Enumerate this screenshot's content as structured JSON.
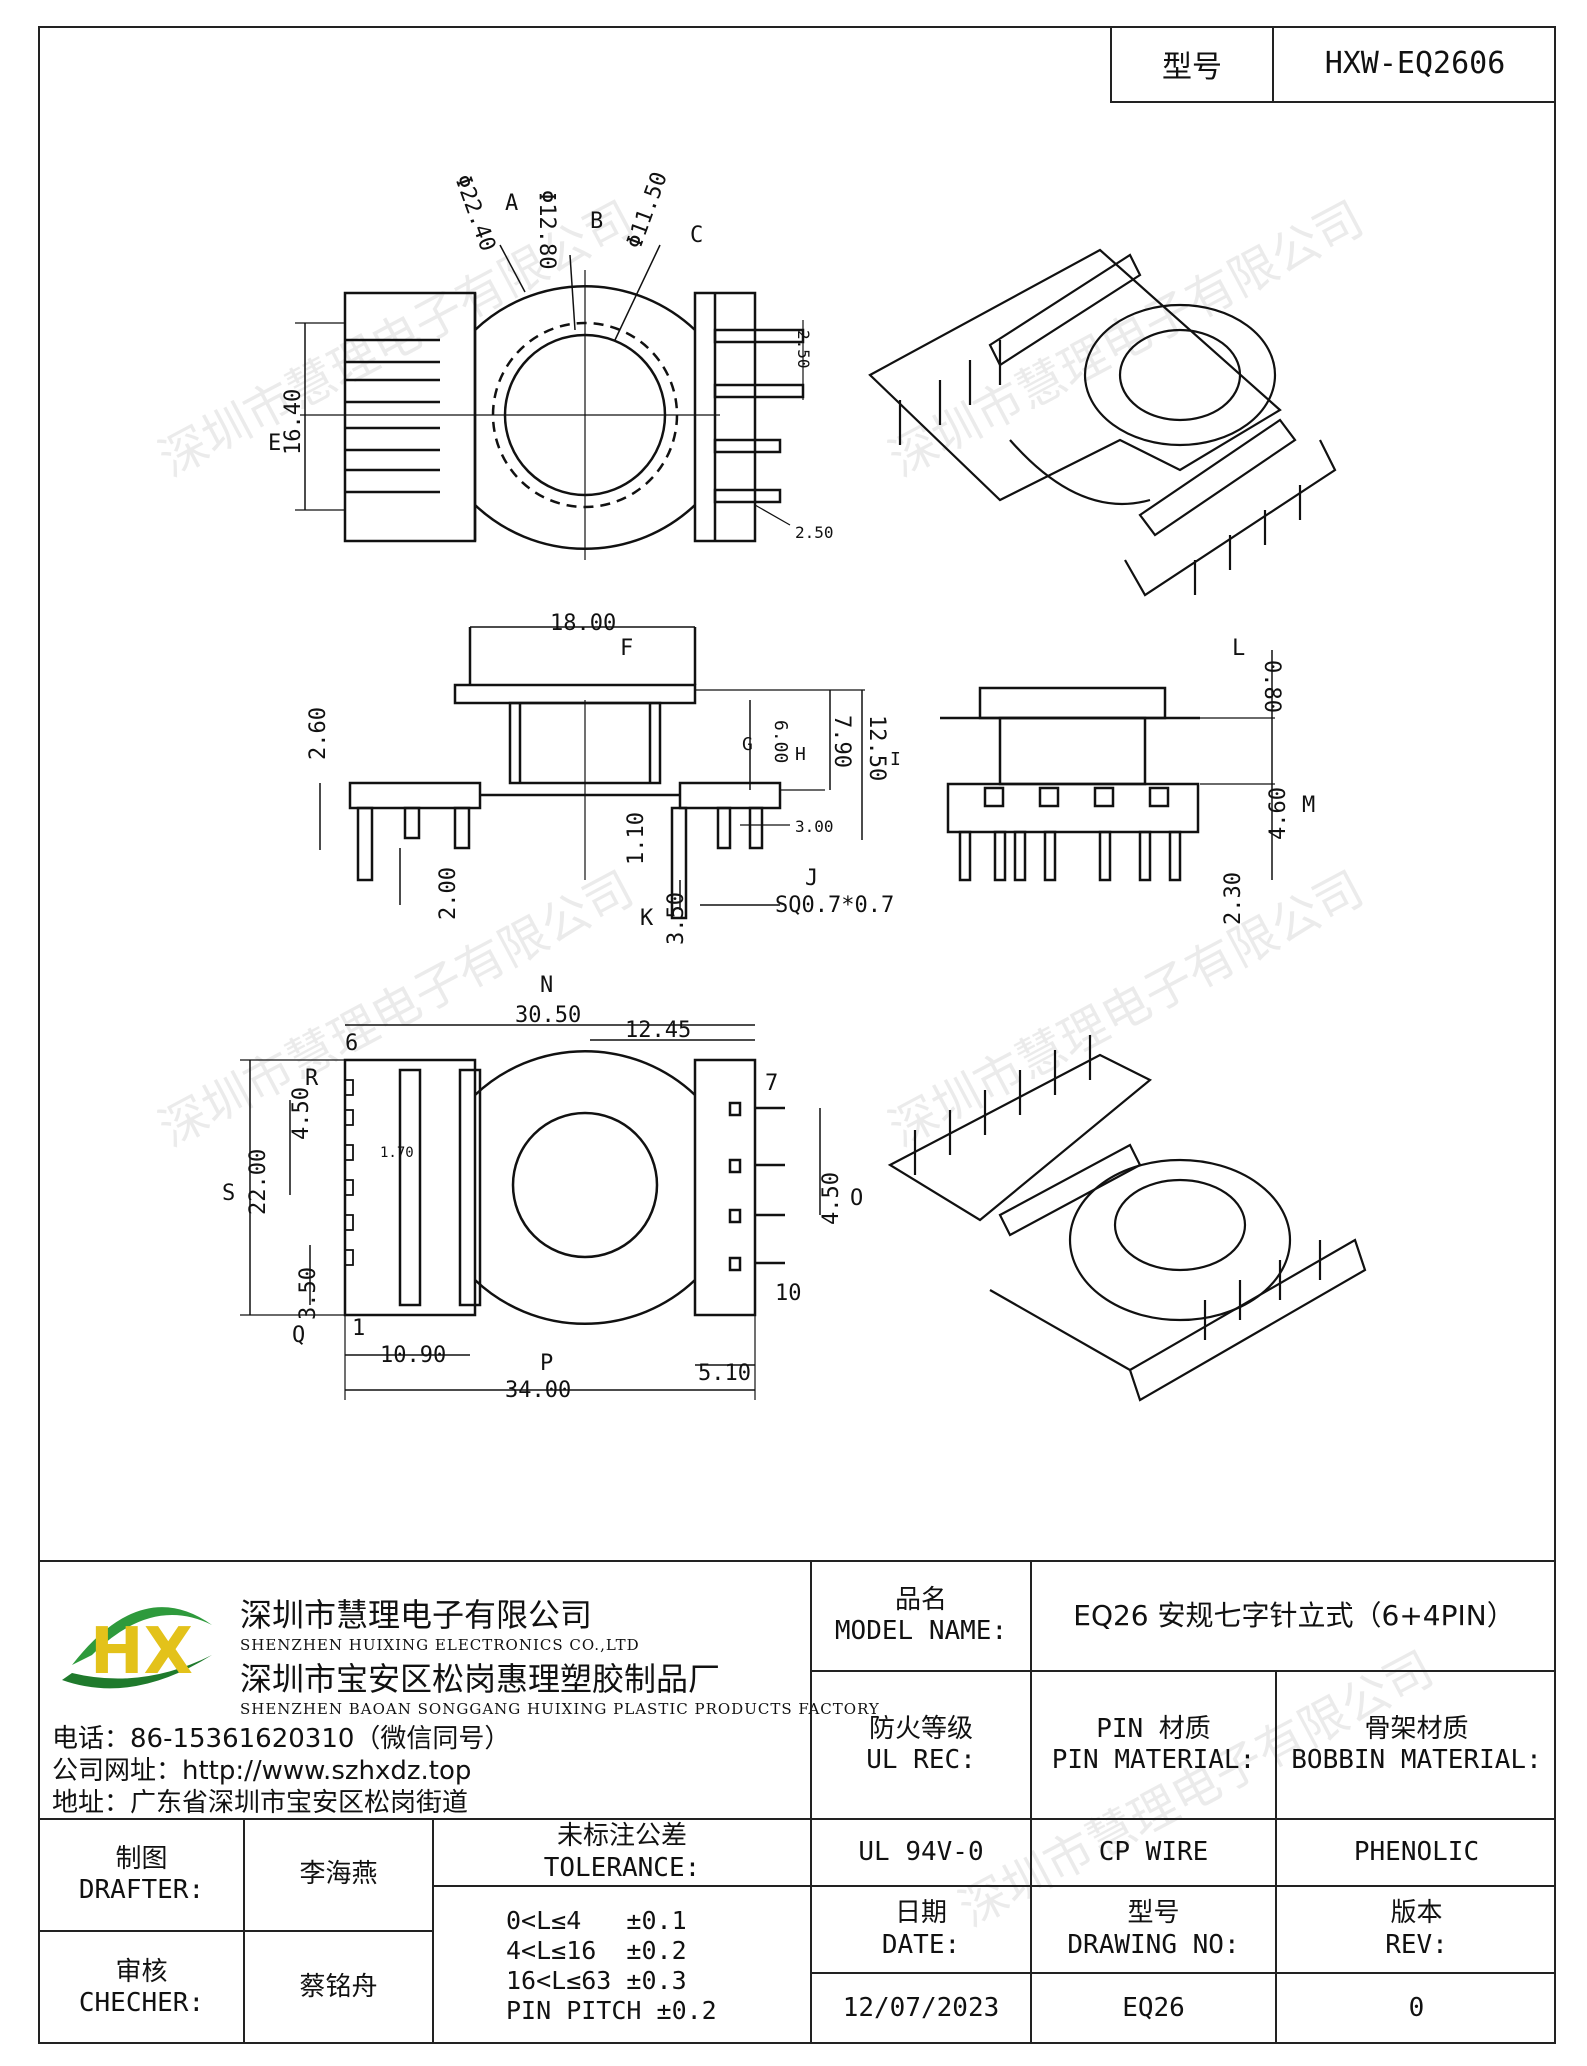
{
  "header": {
    "model_label": "型号",
    "model_value": "HXW-EQ2606"
  },
  "dimensions": {
    "d_outer": "Φ22.40",
    "d_mid": "Φ12.80",
    "d_inner": "Φ11.50",
    "tag_A": "A",
    "tag_B": "B",
    "tag_C": "C",
    "h_16_40": "16.40",
    "tag_E": "E",
    "pitch_top": "2.50",
    "pitch_bottom": "2.50",
    "w_18_00": "18.00",
    "tag_F": "F",
    "h_2_60": "2.60",
    "h_6_00": "6.00",
    "h_7_90": "7.90",
    "h_12_50": "12.50",
    "tag_G": "G",
    "tag_H": "H",
    "tag_I": "I",
    "h_3_00": "3.00",
    "h_1_10": "1.10",
    "h_2_00": "2.00",
    "h_3_50": "3.50",
    "pin_sq": "SQ0.7*0.7",
    "tag_J": "J",
    "tag_K": "K",
    "h_0_80": "0.80",
    "tag_L": "L",
    "h_4_60": "4.60",
    "tag_M": "M",
    "h_2_30": "2.30",
    "w_30_50": "30.50",
    "tag_N": "N",
    "w_12_45": "12.45",
    "pin6": "6",
    "pin7": "7",
    "pin10": "10",
    "pin1": "1",
    "h_4_50_left": "4.50",
    "tag_R": "R",
    "h_1_70": "1.70",
    "h_22_00": "22.00",
    "tag_S": "S",
    "h_3_50_b": "3.50",
    "tag_Q": "Q",
    "h_4_50_right": "4.50",
    "tag_O": "O",
    "w_10_90": "10.90",
    "tag_P": "P",
    "w_5_10": "5.10",
    "w_34_00": "34.00"
  },
  "watermark": "深圳市慧理电子有限公司",
  "company": {
    "name1_cn": "深圳市慧理电子有限公司",
    "name1_en": "SHENZHEN HUIXING ELECTRONICS CO.,LTD",
    "name2_cn": "深圳市宝安区松岗惠理塑胶制品厂",
    "name2_en": "SHENZHEN BAOAN SONGGANG HUIXING PLASTIC PRODUCTS FACTORY",
    "phone": "电话：86-15361620310（微信同号）",
    "website": "公司网址：http://www.szhxdz.top",
    "address": "地址：广东省深圳市宝安区松岗街道",
    "logo_text": "HX"
  },
  "title_block": {
    "model_name_cn": "品名",
    "model_name_en": "MODEL NAME:",
    "model_name_value": "EQ26 安规七字针立式（6+4PIN）",
    "ul_cn": "防火等级",
    "ul_en": "UL REC:",
    "pin_cn": "PIN 材质",
    "pin_en": "PIN MATERIAL:",
    "bobbin_cn": "骨架材质",
    "bobbin_en": "BOBBIN MATERIAL:",
    "ul_value": "UL 94V-0",
    "pin_value": "CP WIRE",
    "bobbin_value": "PHENOLIC",
    "drafter_cn": "制图",
    "drafter_en": "DRAFTER:",
    "drafter_value": "李海燕",
    "checker_cn": "审核",
    "checker_en": "CHECHER:",
    "checker_value": "蔡铭舟",
    "tolerance_cn": "未标注公差",
    "tolerance_en": "TOLERANCE:",
    "tol1": "0<L≤4   ±0.1",
    "tol2": "4<L≤16  ±0.2",
    "tol3": "16<L≤63 ±0.3",
    "tol4": "PIN PITCH ±0.2",
    "date_cn": "日期",
    "date_en": "DATE:",
    "date_value": "12/07/2023",
    "drawing_cn": "型号",
    "drawing_en": "DRAWING NO:",
    "drawing_value": "EQ26",
    "rev_cn": "版本",
    "rev_en": "REV:",
    "rev_value": "0"
  }
}
